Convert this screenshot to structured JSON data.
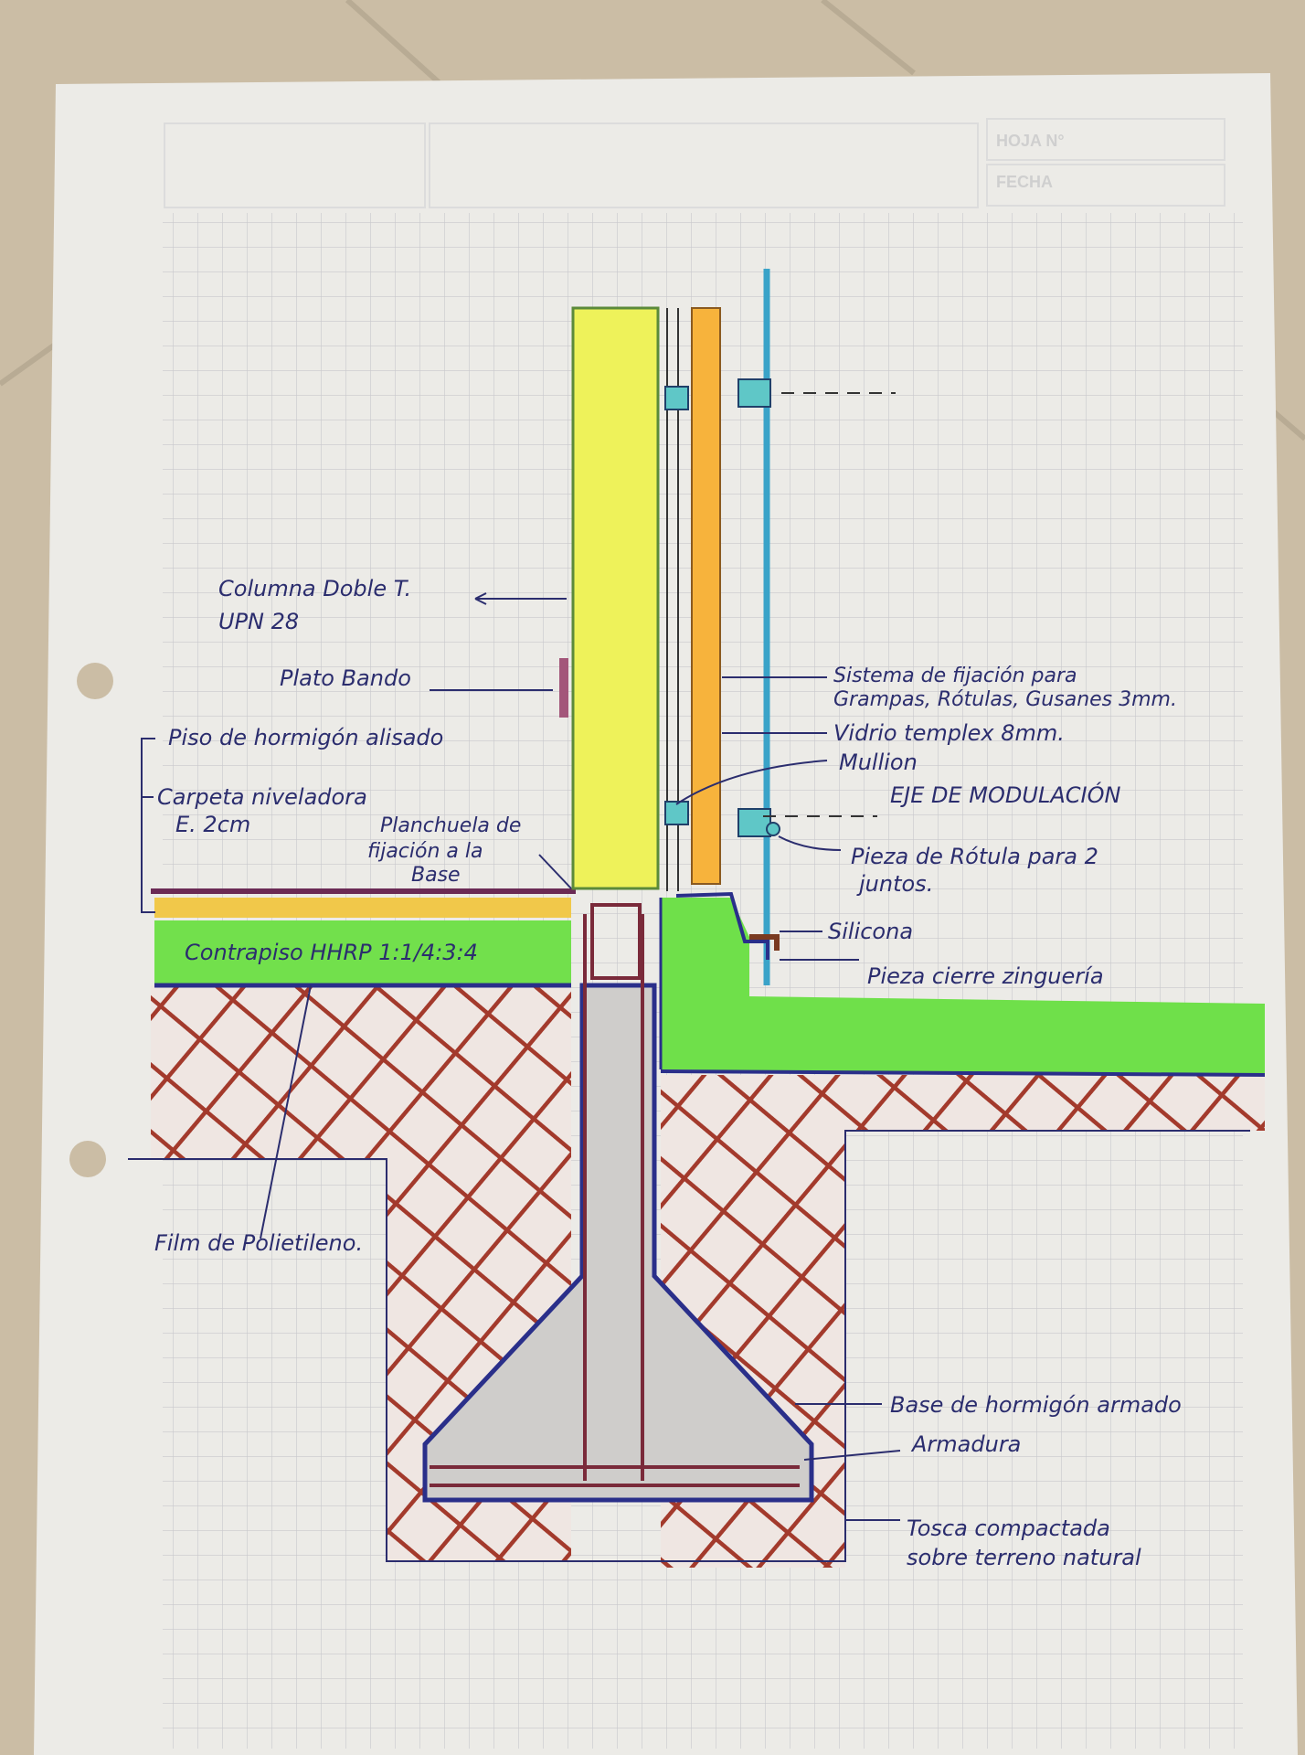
{
  "sheet_header": {
    "sheet_no_label": "HOJA N°",
    "date_label": "FECHA"
  },
  "labels": {
    "column_line1": "Columna Doble T.",
    "column_line2": "UPN 28",
    "plate": "Plato Bando",
    "floor_finish": "Piso de hormigón alisado",
    "screed_line1": "Carpeta niveladora",
    "screed_line2": "E. 2cm",
    "anchor_plate_line1": "Planchuela de",
    "anchor_plate_line2": "fijación a la",
    "anchor_plate_line3": "Base",
    "subfloor": "Contrapiso HHRP 1:1/4:3:4",
    "film": "Film de Polietileno.",
    "fixing_line1": "Sistema de fijación para",
    "fixing_line2": "Grampas, Rótulas, Gusanes   3mm.",
    "glass": "Vidrio templex 8mm.",
    "mullion": "Mullion",
    "axis": "EJE DE MODULACIÓN",
    "joint_line1": "Pieza de Rótula para 2",
    "joint_line2": "juntos.",
    "silicone": "Silicona",
    "flashing": "Pieza cierre zinguería",
    "footing": "Base de hormigón armado",
    "rebar": "Armadura",
    "soil_line1": "Tosca compactada",
    "soil_line2": "sobre terreno natural"
  },
  "colors": {
    "column": "#eef25a",
    "orange_strip": "#f7b33c",
    "glass": "#3aa3c8",
    "green_fill": "#6fe04a",
    "hatch": "#a33a2c",
    "ink": "#2b2d6e",
    "purple": "#6b2a55"
  }
}
